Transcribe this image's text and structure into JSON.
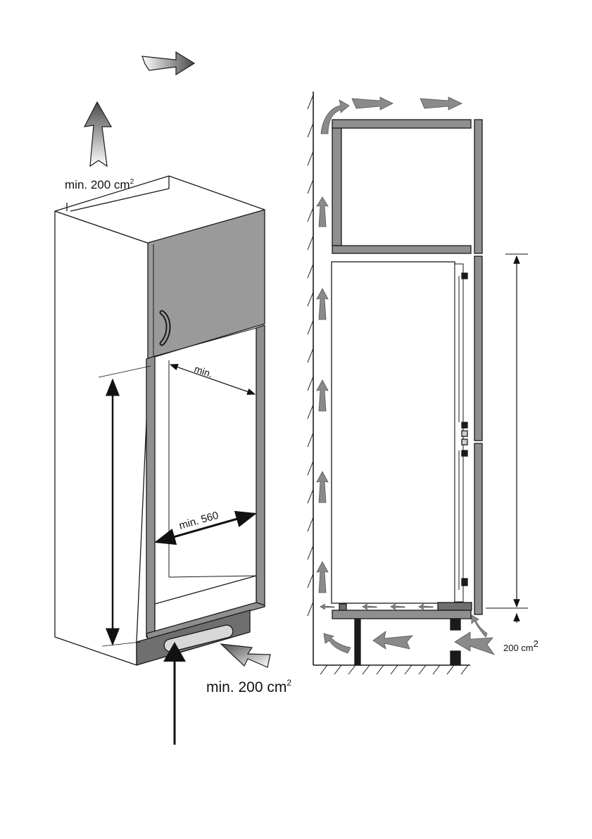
{
  "labels": {
    "top_vent": "min. 200 cm",
    "top_vent_sup": "2",
    "bottom_vent": "min. 200 cm",
    "bottom_vent_sup": "2",
    "side_vent": "200 cm",
    "side_vent_sup": "2",
    "depth": "min.",
    "width": "min. 560"
  },
  "colors": {
    "line": "#1a1a1a",
    "panel_fill": "#8f8f8f",
    "door_fill": "#9a9a9a",
    "plinth_fill": "#6f6f6f",
    "arrow_fill": "#8a8a8a"
  }
}
